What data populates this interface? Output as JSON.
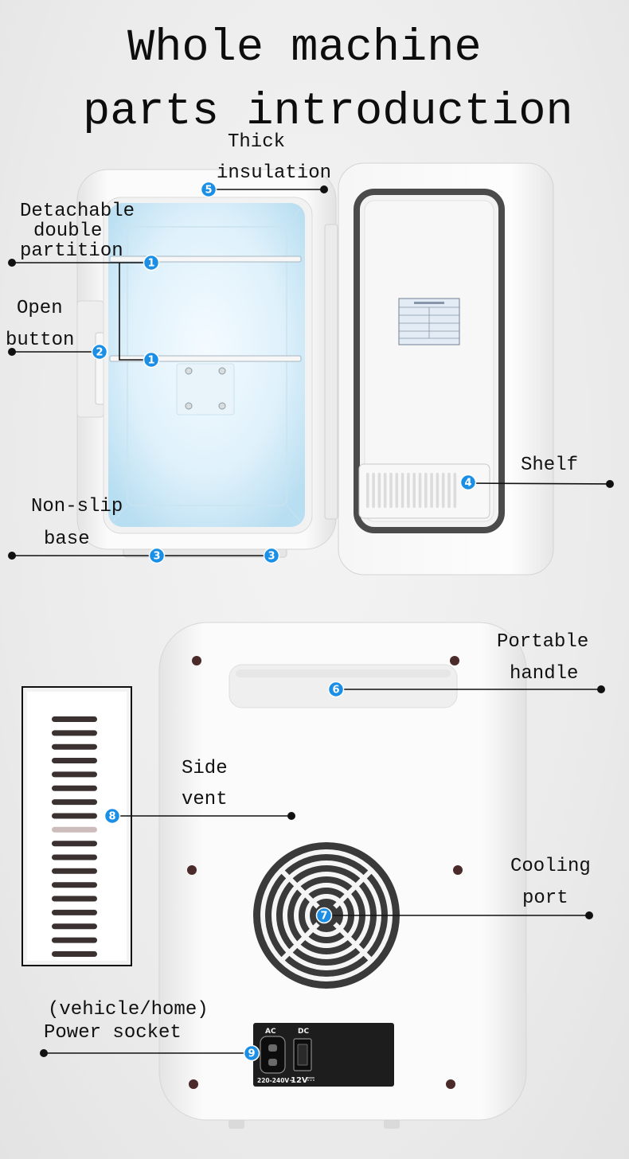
{
  "title": {
    "line1": "Whole machine",
    "line2": "parts introduction"
  },
  "callouts": {
    "thick_insulation": {
      "label": [
        "Thick",
        "insulation"
      ],
      "marker": "5"
    },
    "partition": {
      "label": [
        "Detachable",
        "double",
        "partition"
      ],
      "marker": "1"
    },
    "open_button": {
      "label": [
        "Open",
        "button"
      ],
      "marker": "2"
    },
    "shelf": {
      "label": [
        "Shelf"
      ],
      "marker": "4"
    },
    "non_slip_base": {
      "label": [
        "Non-slip",
        "base"
      ],
      "marker": "3"
    },
    "portable_handle": {
      "label": [
        "Portable",
        "handle"
      ],
      "marker": "6"
    },
    "side_vent": {
      "label": [
        "Side",
        "vent"
      ],
      "marker": "8"
    },
    "cooling_port": {
      "label": [
        "Cooling",
        "port"
      ],
      "marker": "7"
    },
    "power_socket": {
      "label": [
        "(vehicle/home)",
        "Power socket"
      ],
      "marker": "9"
    }
  },
  "power_panel": {
    "ac_label": "AC",
    "dc_label": "DC",
    "ac_rating": "220-240V~",
    "dc_rating": "12V"
  },
  "colors": {
    "marker": "#1b8fe6",
    "line": "#111111"
  }
}
